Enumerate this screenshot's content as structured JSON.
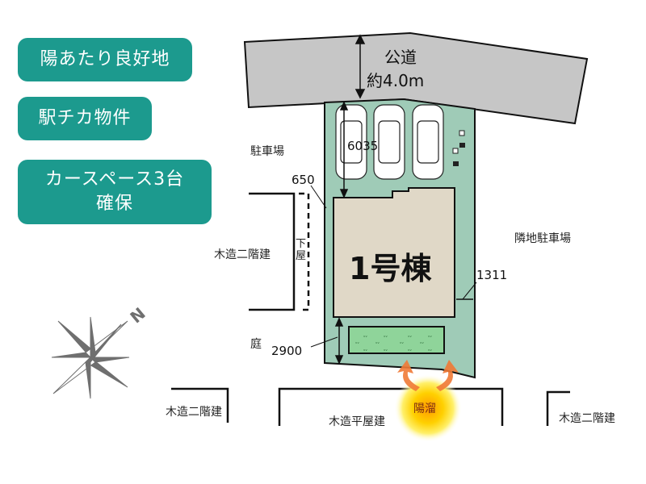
{
  "badges": [
    {
      "label": "陽あたり良好地"
    },
    {
      "label": "駅チカ物件"
    },
    {
      "label": "カースペース3台",
      "label2": "確保"
    }
  ],
  "road": {
    "name": "公道",
    "width": "約4.0m"
  },
  "building": {
    "name": "1号棟"
  },
  "dimensions": {
    "parking_depth": "6035",
    "left_setback": "650",
    "right_setback": "1311",
    "garden_depth": "2900"
  },
  "labels": {
    "parking": "駐車場",
    "left_house": "木造二階建",
    "left_annex": "下屋",
    "neighbor_parking": "隣地駐車場",
    "garden": "庭",
    "bottom_left_house": "木造二階建",
    "bottom_center_house": "木造平屋建",
    "bottom_right_house": "木造二階建",
    "sunspot": "陽溜"
  },
  "compass": {
    "north": "N"
  },
  "colors": {
    "badge": "#1c9a8e",
    "lot": "#9fcbb7",
    "building": "#e0d8c7",
    "road": "#c6c6c6",
    "garden": "#8fd49a",
    "sun": "#ffd200"
  }
}
